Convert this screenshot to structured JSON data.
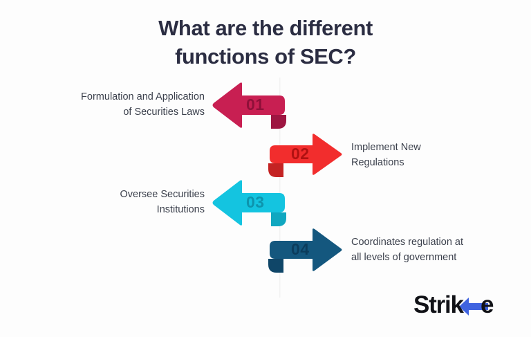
{
  "page": {
    "background_color": "#fdfdfd",
    "title_lines": [
      "What are the different",
      "functions of SEC?"
    ],
    "title_color": "#2b2d42"
  },
  "steps": [
    {
      "number": "01",
      "label": "Formulation and Application\nof Securities Laws",
      "direction": "left",
      "color": "#c81f52",
      "number_color": "#8f1039",
      "fold_color": "#9e1642"
    },
    {
      "number": "02",
      "label": "Implement New\nRegulations",
      "direction": "right",
      "color": "#f22d2d",
      "number_color": "#b01111",
      "fold_color": "#c42323"
    },
    {
      "number": "03",
      "label": "Oversee Securities\nInstitutions",
      "direction": "left",
      "color": "#14c4e0",
      "number_color": "#0d94ad",
      "fold_color": "#10a7c0"
    },
    {
      "number": "04",
      "label": "Coordinates regulation at\nall levels of government",
      "direction": "right",
      "color": "#14577e",
      "number_color": "#0b3c5c",
      "fold_color": "#0f4668"
    }
  ],
  "logo": {
    "text": "Strik",
    "text_end": "e",
    "accent_color": "#3f63e0",
    "text_color": "#111217"
  }
}
